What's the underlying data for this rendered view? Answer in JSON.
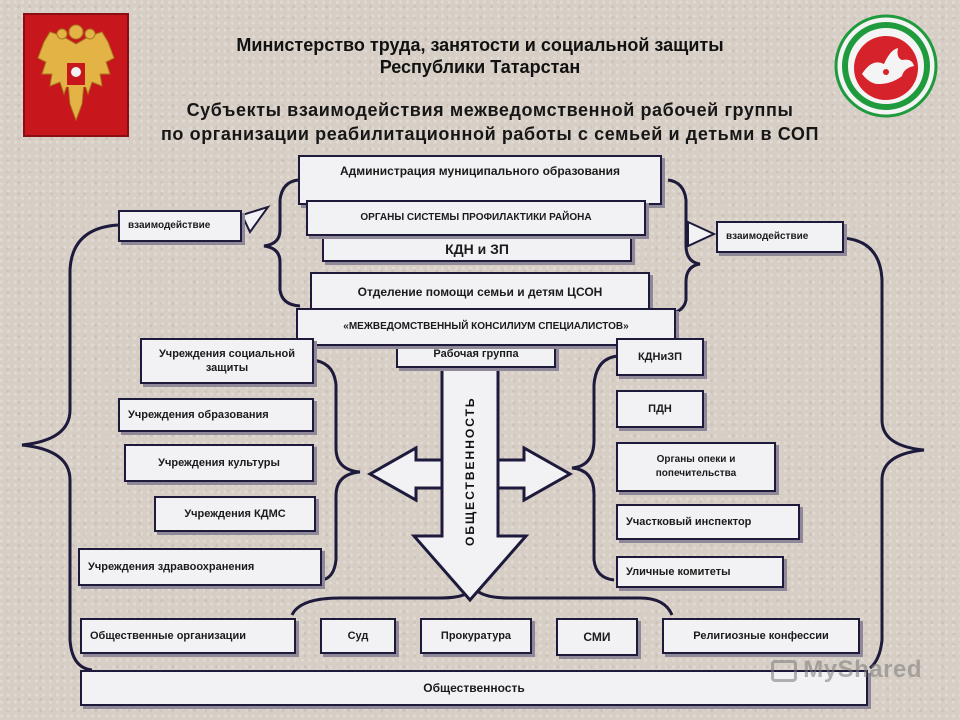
{
  "header": {
    "ministry_line1": "Министерство труда, занятости и социальной защиты",
    "ministry_line2": "Республики Татарстан",
    "subtitle_line1": "Субъекты взаимодействия межведомственной рабочей группы",
    "subtitle_line2": "по организации реабилитационной работы с семьей и детьми в СОП"
  },
  "top_center": {
    "admin": "Администрация муниципального образования",
    "prevention_organs": "ОРГАНЫ СИСТЕМЫ ПРОФИЛАКТИКИ РАЙОНА",
    "kdn": "КДН и ЗП",
    "help_dept": "Отделение помощи семьи и детям ЦСОН",
    "council": "«МЕЖВЕДОМСТВЕННЫЙ КОНСИЛИУМ СПЕЦИАЛИСТОВ»",
    "working_group": "Рабочая группа"
  },
  "interaction_left": "взаимодействие",
  "interaction_right": "взаимодействие",
  "left_column": [
    "Учреждения социальной защиты",
    "Учреждения образования",
    "Учреждения культуры",
    "Учреждения КДМС",
    "Учреждения здравоохранения"
  ],
  "right_column": [
    "КДНиЗП",
    "ПДН",
    "Органы опеки и попечительства",
    "Участковый инспектор",
    "Уличные комитеты"
  ],
  "bottom_row": [
    "Общественные организации",
    "Суд",
    "Прокуратура",
    "СМИ",
    "Религиозные конфессии"
  ],
  "footer_box": "Общественность",
  "arrow_text": "ОБЩЕСТВЕННОСТЬ",
  "watermark": "MyShared",
  "colors": {
    "background": "#d7cfc6",
    "box_fill": "#f2f2f5",
    "box_border": "#1d1a3c",
    "line": "#1d1a3c",
    "emblem_red": "#c8161d",
    "tatarstan_green": "#1f9a3d"
  },
  "icons": [
    "russia-coat-of-arms-icon",
    "tatarstan-emblem-icon"
  ]
}
